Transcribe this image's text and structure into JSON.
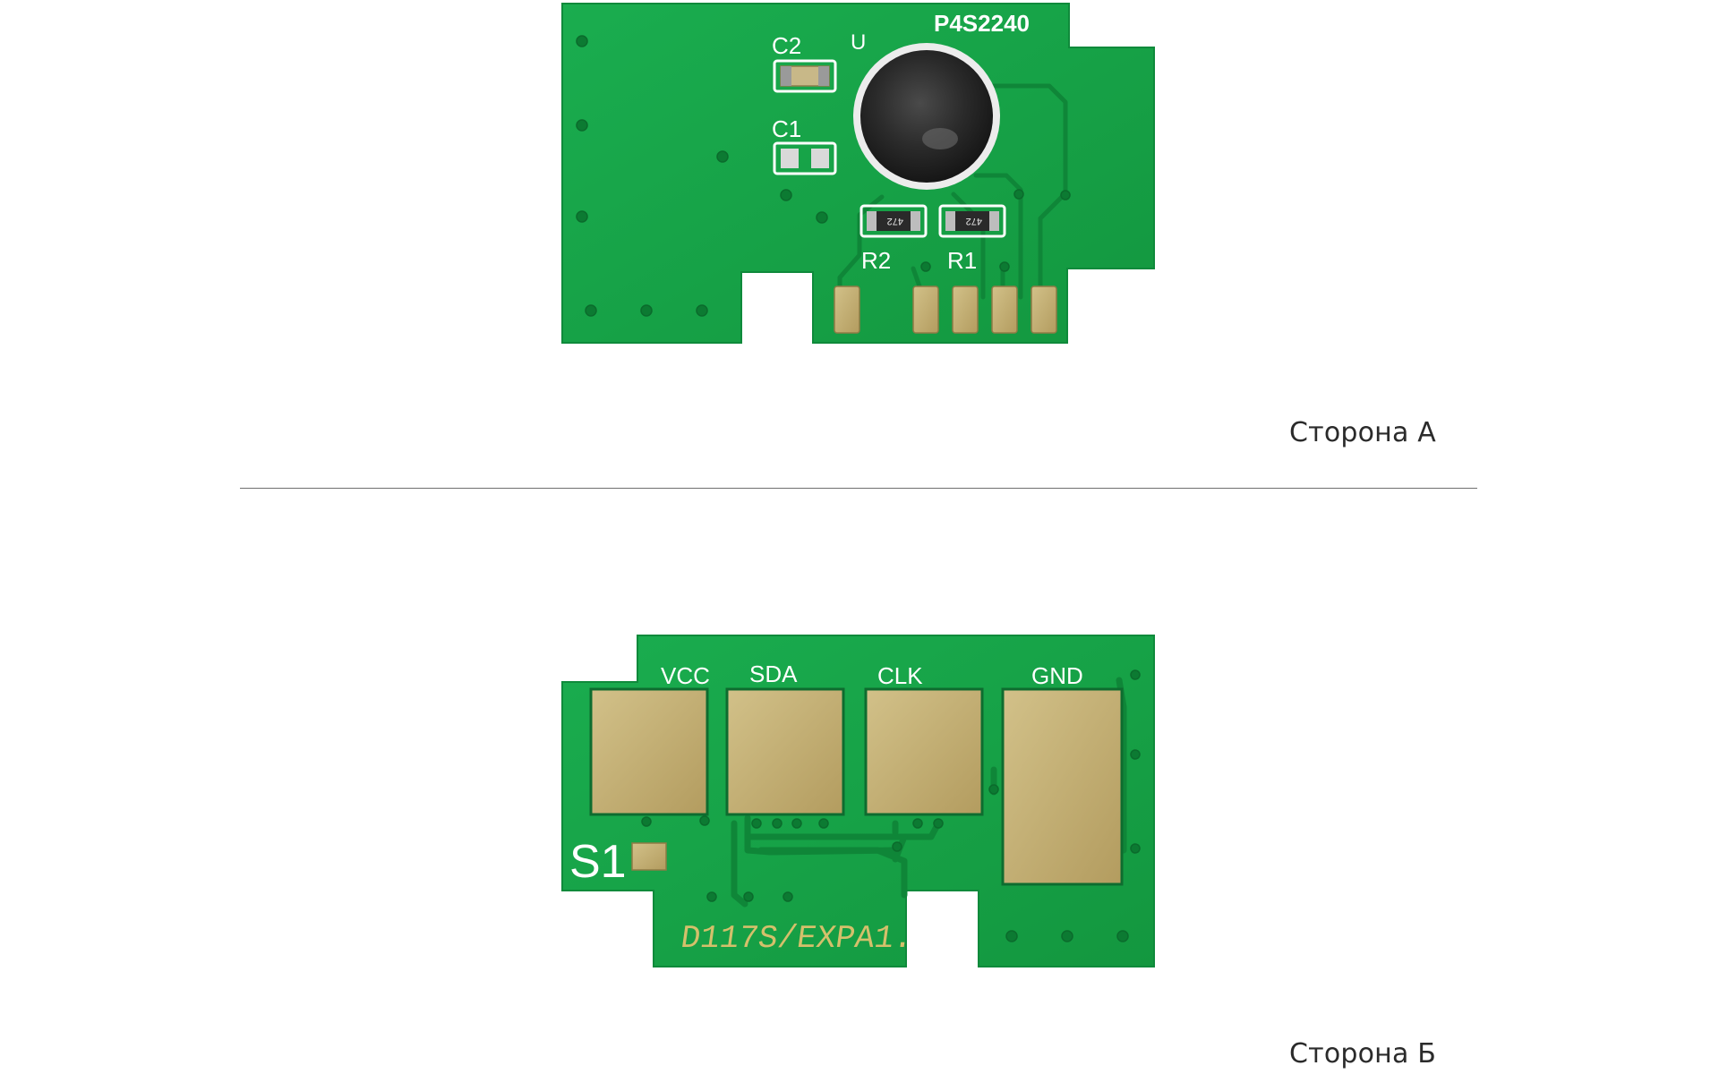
{
  "side_a": {
    "caption": "Сторона А",
    "board_label": "P4S2240",
    "labels": {
      "c2": "C2",
      "c1": "C1",
      "u": "U",
      "r2": "R2",
      "r1": "R1",
      "resistor_code_r2": "472",
      "resistor_code_r1": "472"
    }
  },
  "side_b": {
    "caption": "Сторона Б",
    "pad_labels": [
      "VCC",
      "SDA",
      "CLK",
      "GND"
    ],
    "s1": "S1",
    "board_code": "D117S/EXPA1."
  },
  "colors": {
    "pcb": "#17a34a",
    "pcb_dark": "#0e7f36",
    "pad_gold": "#c7b57a",
    "pad_copper": "#b09a5e",
    "silkscreen": "#ffffff",
    "epoxy": "#2a2a2a",
    "code_text": "#d4c06b"
  }
}
